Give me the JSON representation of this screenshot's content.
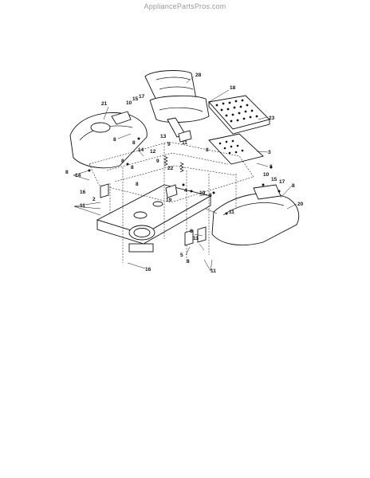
{
  "watermark": "AppliancePartsPros.com",
  "callouts": [
    "28",
    "18",
    "21",
    "10",
    "15",
    "17",
    "23",
    "8",
    "13",
    "8",
    "14",
    "9",
    "11",
    "8",
    "12",
    "8",
    "8",
    "14",
    "8",
    "9",
    "3",
    "8",
    "22",
    "8",
    "16",
    "2",
    "4",
    "19",
    "10",
    "15",
    "17",
    "8",
    "11",
    "19",
    "20",
    "8",
    "11",
    "8",
    "11",
    "5",
    "8",
    "11",
    "16"
  ]
}
